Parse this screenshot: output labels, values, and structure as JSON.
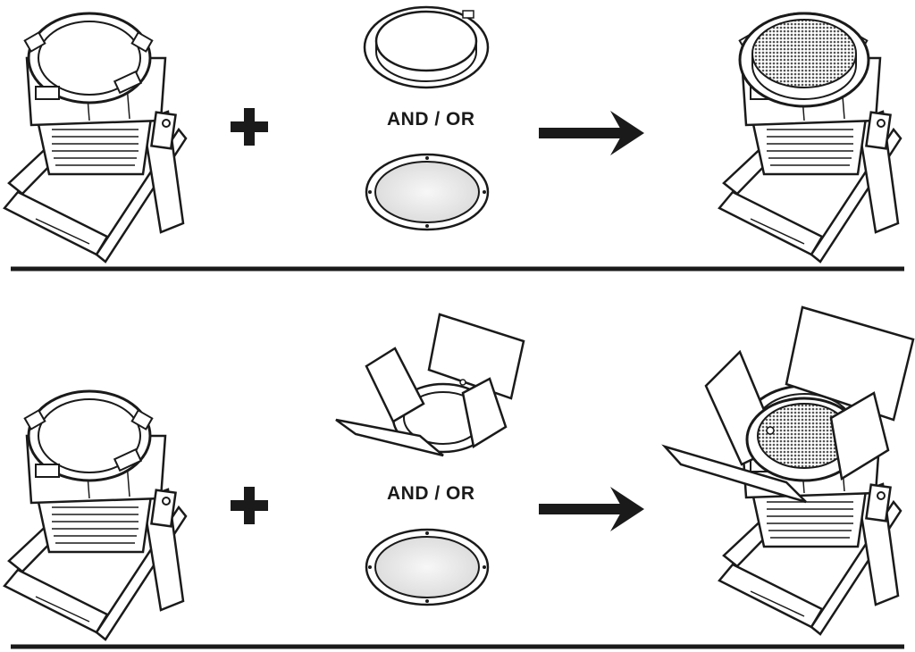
{
  "rows": [
    {
      "connector_text": "AND / OR",
      "accessories": [
        "honeycomb-louver",
        "diffusion-frost-filter"
      ],
      "result": "fixture-with-honeycomb-louver"
    },
    {
      "connector_text": "AND / OR",
      "accessories": [
        "barn-doors",
        "diffusion-frost-filter"
      ],
      "result": "fixture-with-barn-doors-and-honeycomb"
    }
  ],
  "colors": {
    "line": "#1a1a1a",
    "filter_fill": "#e6e6e6",
    "mesh": "#555555"
  }
}
